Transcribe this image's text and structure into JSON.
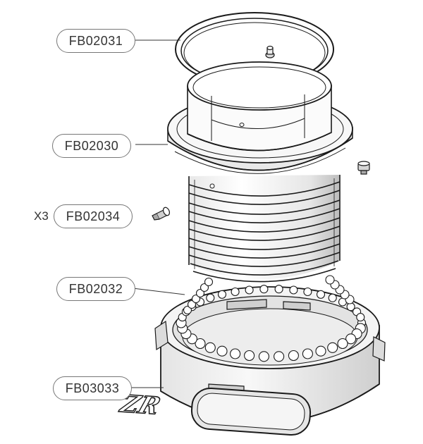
{
  "parts": [
    {
      "id": "p1",
      "code": "FB02031",
      "name": "top-seal-ring"
    },
    {
      "id": "p2",
      "code": "FB02030",
      "name": "flange-bellows-body"
    },
    {
      "id": "p3",
      "code": "FB02034",
      "name": "screw",
      "qty_label": "X3"
    },
    {
      "id": "p4",
      "code": "FB02032",
      "name": "bead-ring"
    },
    {
      "id": "p5",
      "code": "FB03033",
      "name": "base-collar"
    }
  ],
  "logo_text": "ZR",
  "colors": {
    "line": "#1a1a1a",
    "fill_light": "#f2f2f2",
    "fill_mid": "#d9d9d9",
    "fill_dark": "#9a9a9a",
    "callout_border": "#777777"
  }
}
